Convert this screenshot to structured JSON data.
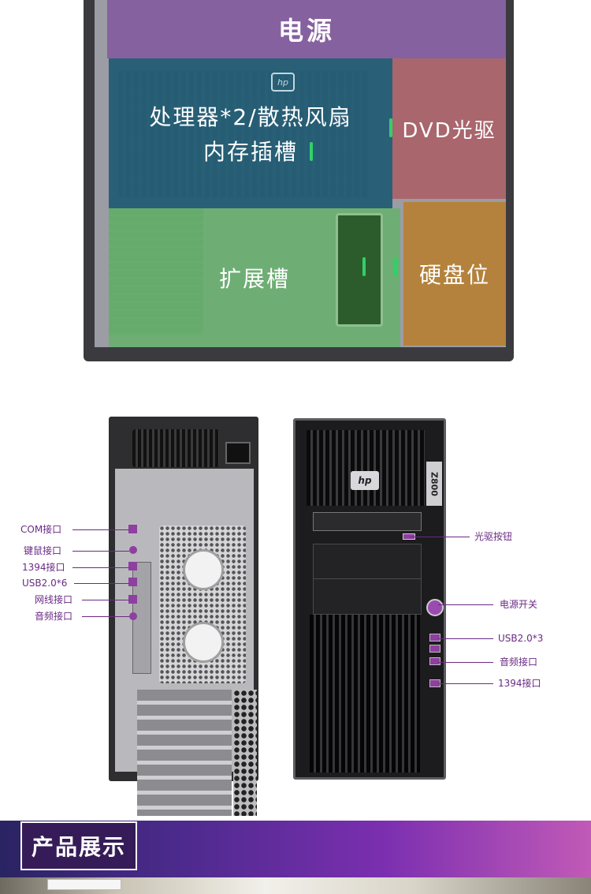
{
  "diagram": {
    "zones": {
      "power": "电源",
      "cpu_line1": "处理器*2/散热风扇",
      "cpu_line2": "内存插槽",
      "dvd": "DVD光驱",
      "pcie": "扩展槽",
      "hdd": "硬盘位"
    },
    "colors": {
      "power": "#845C9E",
      "cpu": "#235C74",
      "dvd": "#AA6268",
      "pcie": "#6AB070",
      "hdd": "#B68034"
    }
  },
  "rear_callouts": [
    "COM接口",
    "键鼠接口",
    "1394接口",
    "USB2.0*6",
    "网线接口",
    "音频接口"
  ],
  "front_callouts": [
    "光驱按钮",
    "电源开关",
    "USB2.0*3",
    "音频接口",
    "1394接口"
  ],
  "front_badge": {
    "logo": "hp",
    "model": "Z800"
  },
  "banner": {
    "title": "产品展示",
    "accent_color": "#7B2FB0"
  }
}
